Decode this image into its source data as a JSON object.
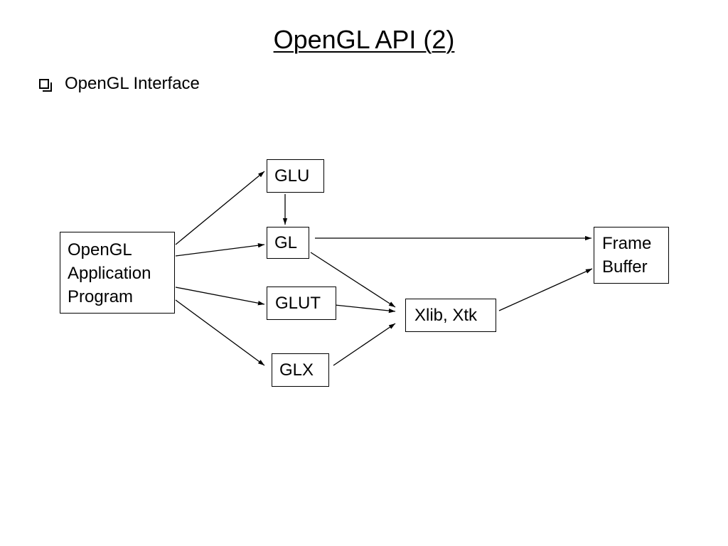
{
  "slide": {
    "title": "OpenGL API (2)",
    "bullet": "OpenGL Interface"
  },
  "diagram": {
    "nodes": {
      "app": {
        "lines": [
          "OpenGL",
          "Application",
          "Program"
        ]
      },
      "glu": {
        "label": "GLU"
      },
      "gl": {
        "label": "GL"
      },
      "glut": {
        "label": "GLUT"
      },
      "glx": {
        "label": "GLX"
      },
      "xlib": {
        "label": "Xlib, Xtk"
      },
      "frame_buffer": {
        "lines": [
          "Frame",
          "Buffer"
        ]
      }
    },
    "edges": [
      {
        "from": "app",
        "to": "glu"
      },
      {
        "from": "app",
        "to": "gl"
      },
      {
        "from": "app",
        "to": "glut"
      },
      {
        "from": "app",
        "to": "glx"
      },
      {
        "from": "glu",
        "to": "gl"
      },
      {
        "from": "gl",
        "to": "frame_buffer"
      },
      {
        "from": "gl",
        "to": "xlib"
      },
      {
        "from": "glut",
        "to": "xlib"
      },
      {
        "from": "glx",
        "to": "xlib"
      },
      {
        "from": "xlib",
        "to": "frame_buffer"
      }
    ],
    "colors": {
      "stroke": "#000000",
      "background": "#ffffff"
    }
  }
}
